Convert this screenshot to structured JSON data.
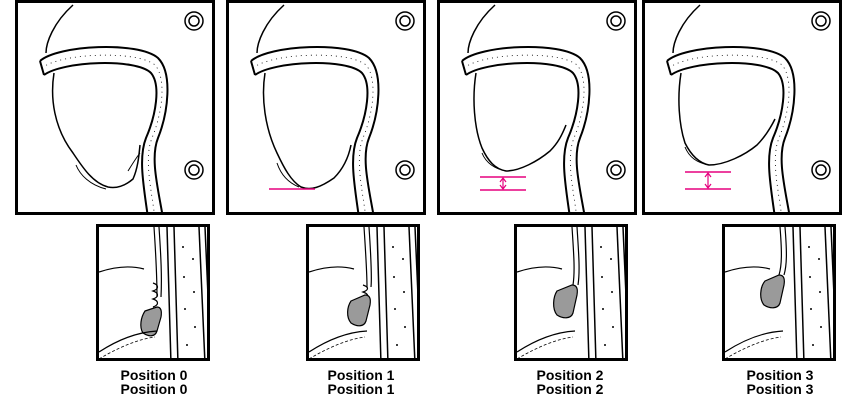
{
  "positions": [
    {
      "label_line1": "Position 0",
      "label_line2": "Position 0",
      "gap_indicator": "none"
    },
    {
      "label_line1": "Position 1",
      "label_line2": "Position 1",
      "gap_indicator": "line"
    },
    {
      "label_line1": "Position 2",
      "label_line2": "Position 2",
      "gap_indicator": "arrow"
    },
    {
      "label_line1": "Position 3",
      "label_line2": "Position 3",
      "gap_indicator": "arrow"
    }
  ],
  "colors": {
    "outline": "#000000",
    "indicator": "#e6007e",
    "pad_fill": "#9a9a9a"
  }
}
